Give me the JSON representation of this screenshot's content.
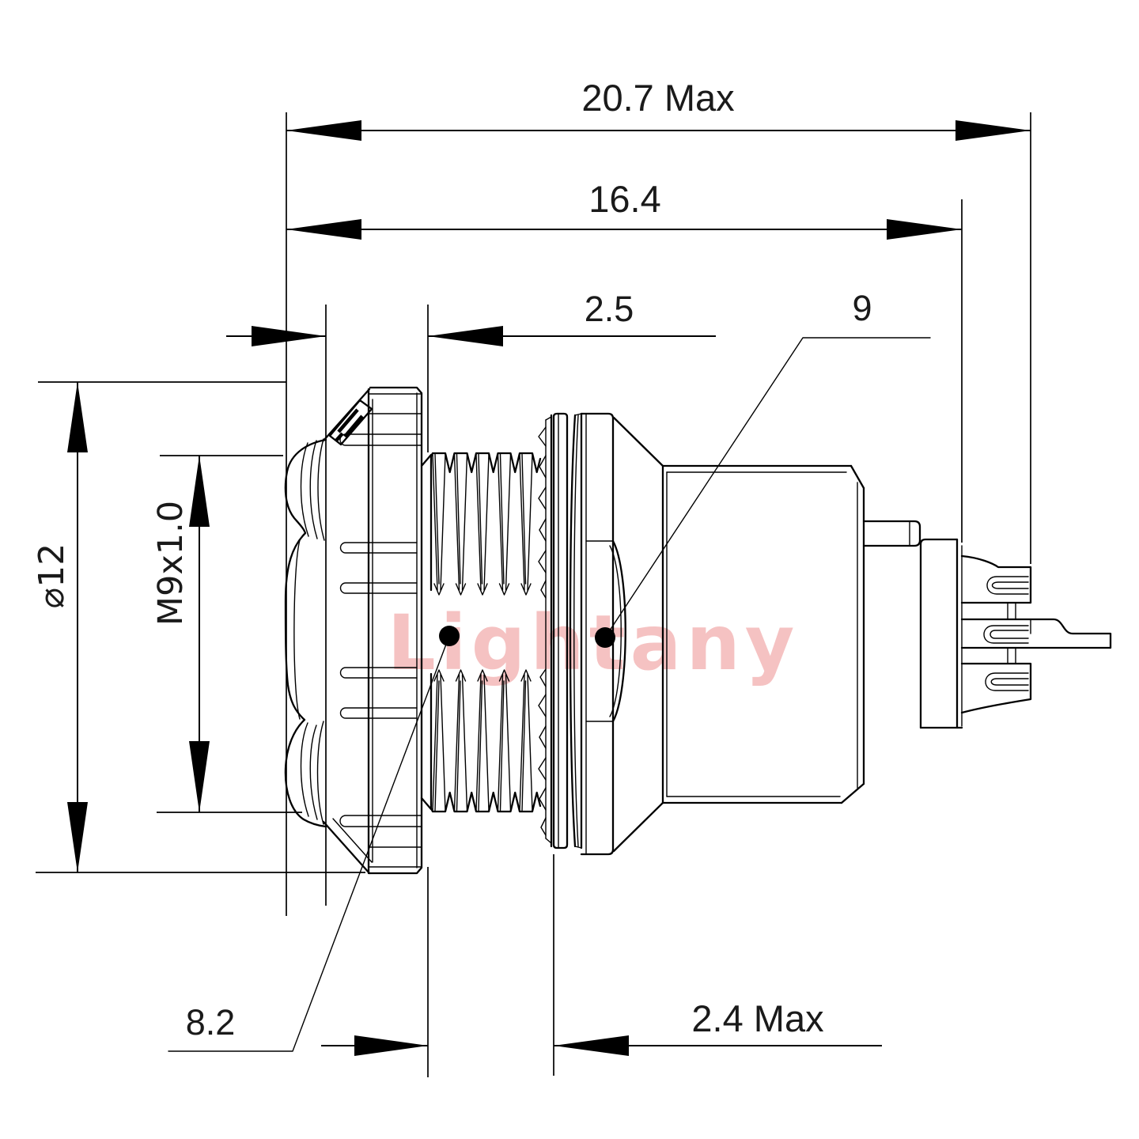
{
  "drawing": {
    "type": "engineering-drawing",
    "subject": "circular panel mount connector, side section view",
    "colors": {
      "line": "#000000",
      "text": "#1a1a1a",
      "watermark": "#f5c2c2",
      "background": "#ffffff"
    },
    "watermark": {
      "text": "Lightany"
    },
    "dimensions": {
      "overall_length": {
        "label": "20.7 Max"
      },
      "body_length": {
        "label": "16.4"
      },
      "flange_thickness": {
        "label": "2.5"
      },
      "nut_leader": {
        "label": "9"
      },
      "outer_diameter": {
        "label": "⌀12"
      },
      "thread_spec": {
        "label": "M9x1.0"
      },
      "hole_leader": {
        "label": "8.2"
      },
      "panel_thickness": {
        "label": "2.4 Max"
      }
    }
  }
}
